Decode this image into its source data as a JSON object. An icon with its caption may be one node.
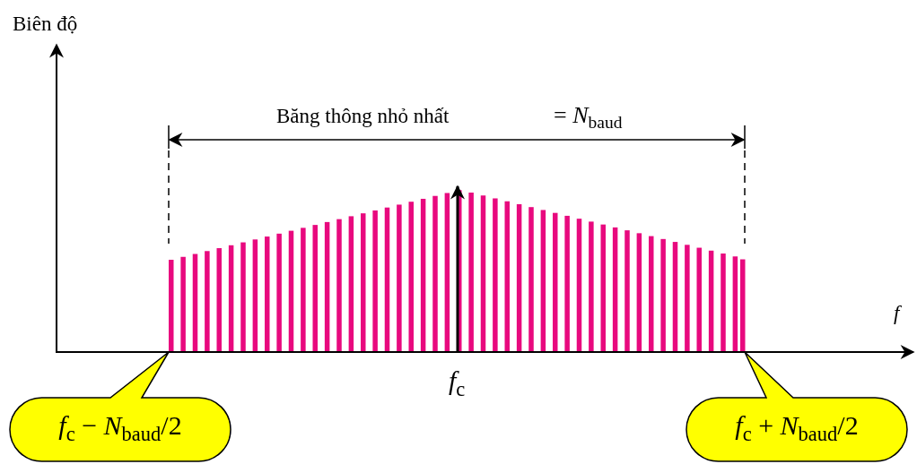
{
  "diagram": {
    "nodes": [
      {
        "text": [
          "*f*$_{c}$ − *N*$_{baud}$/2"
        ]
      },
      {
        "text": [
          "*f*$_{c}$ + *N*$_{baud}$/2"
        ]
      }
    ],
    "labels": [
      "Biên độ",
      "Băng thông nhỏ nhất",
      "= *N*$_{baud}$",
      "f",
      "*f*$_{c}$"
    ]
  }
}
